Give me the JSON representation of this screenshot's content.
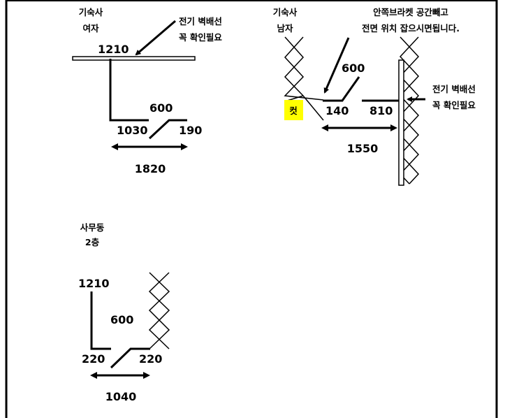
{
  "sections": {
    "dorm_female": {
      "title_line1": "기숙사",
      "title_line2": "여자",
      "note_line1": "전기 벽배선",
      "note_line2": "꼭 확인필요",
      "dim_top": "1210",
      "dim_diag": "600",
      "dim_left": "1030",
      "dim_right": "190",
      "dim_total": "1820"
    },
    "dorm_male": {
      "title_line1": "기숙사",
      "title_line2": "남자",
      "instruction_line1": "안쪽브라켓 공간빼고",
      "instruction_line2": "전면 위치 잡으시면됩니다.",
      "cut_label": "컷",
      "dim_diag": "600",
      "dim_left": "140",
      "dim_right": "810",
      "dim_total": "1550",
      "note_line1": "전기 벽배선",
      "note_line2": "꼭 확인필요"
    },
    "office": {
      "title_line1": "사무동",
      "title_line2": "2층",
      "dim_top": "1210",
      "dim_diag": "600",
      "dim_left": "220",
      "dim_right": "220",
      "dim_total": "1040"
    }
  },
  "colors": {
    "highlight": "#ffff00",
    "ink": "#000000"
  }
}
